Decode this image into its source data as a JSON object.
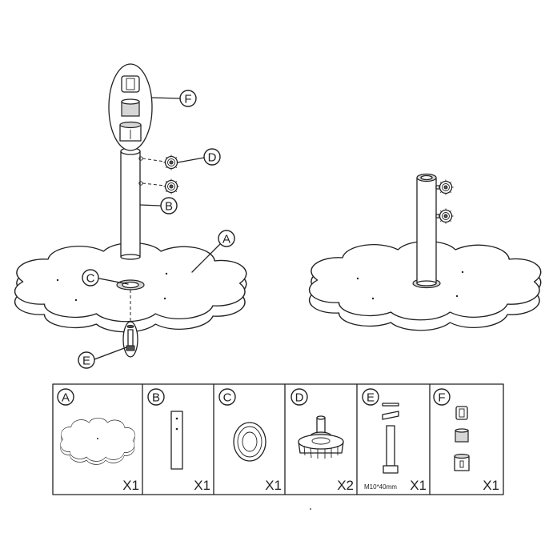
{
  "callouts": {
    "a": "A",
    "b": "B",
    "c": "C",
    "d": "D",
    "e": "E",
    "f": "F"
  },
  "parts": [
    {
      "letter": "A",
      "qty": "X1"
    },
    {
      "letter": "B",
      "qty": "X1"
    },
    {
      "letter": "C",
      "qty": "X1"
    },
    {
      "letter": "D",
      "qty": "X2"
    },
    {
      "letter": "E",
      "qty": "X1",
      "spec": "M10*40mm"
    },
    {
      "letter": "F",
      "qty": "X1"
    }
  ]
}
